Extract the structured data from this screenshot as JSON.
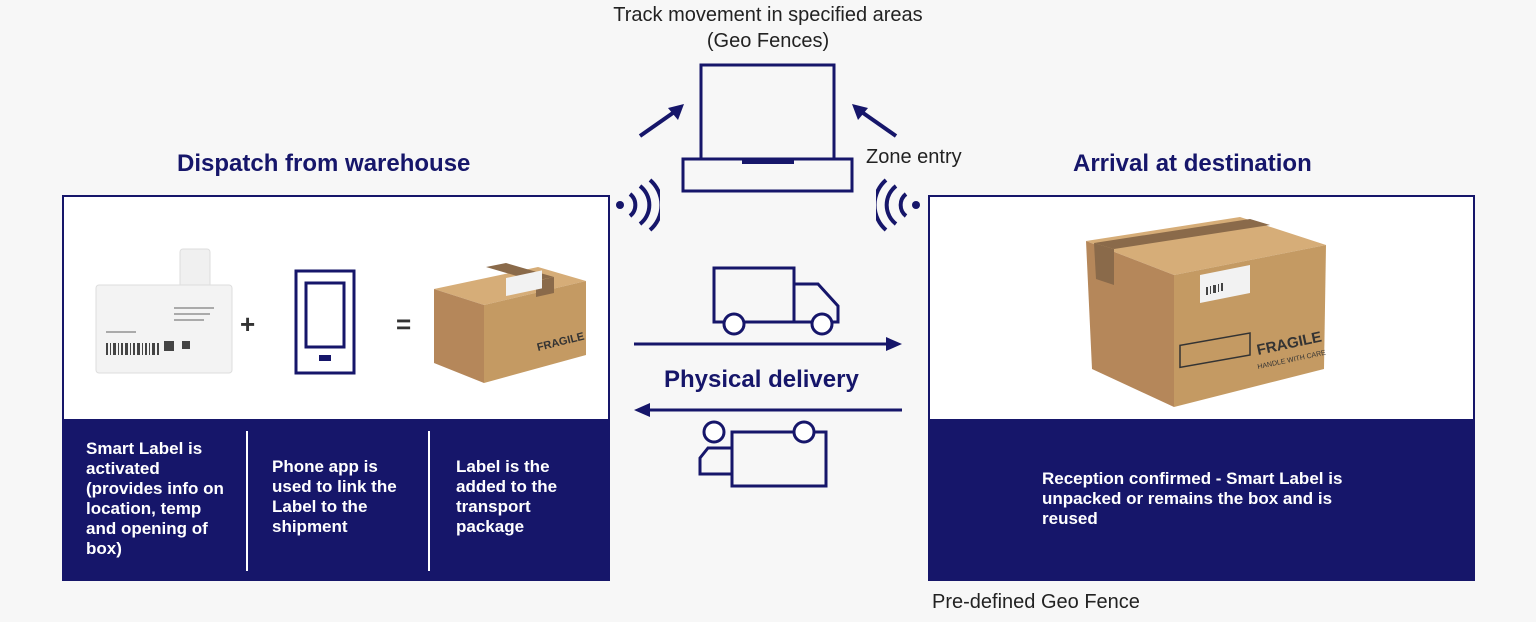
{
  "header": {
    "line1": "Track movement in specified areas",
    "line2": "(Geo Fences)"
  },
  "zone_entry": "Zone entry",
  "left": {
    "heading": "Dispatch from warehouse",
    "plus": "+",
    "equals": "=",
    "steps": [
      "Smart Label is activated (provides info on location, temp and opening of box)",
      "Phone app is used to link the Label to the shipment",
      "Label is the added to the transport package"
    ],
    "box_label_text": "FRAGILE"
  },
  "center": {
    "delivery_label": "Physical delivery"
  },
  "right": {
    "heading": "Arrival at destination",
    "caption": "Reception confirmed - Smart Label is unpacked or remains the box and is reused",
    "box_label_text": "FRAGILE",
    "box_label_sub": "HANDLE WITH CARE"
  },
  "footnote": "Pre-defined Geo Fence",
  "colors": {
    "navy": "#16166a",
    "cardboard": "#c49a63",
    "tape": "#8a6a4a"
  },
  "icons": [
    "laptop-icon",
    "signal-left-icon",
    "signal-right-icon",
    "arrow-up-right-icon",
    "arrow-up-left-icon",
    "truck-icon",
    "truck-reverse-icon",
    "phone-icon",
    "smart-label-icon",
    "package-icon"
  ]
}
